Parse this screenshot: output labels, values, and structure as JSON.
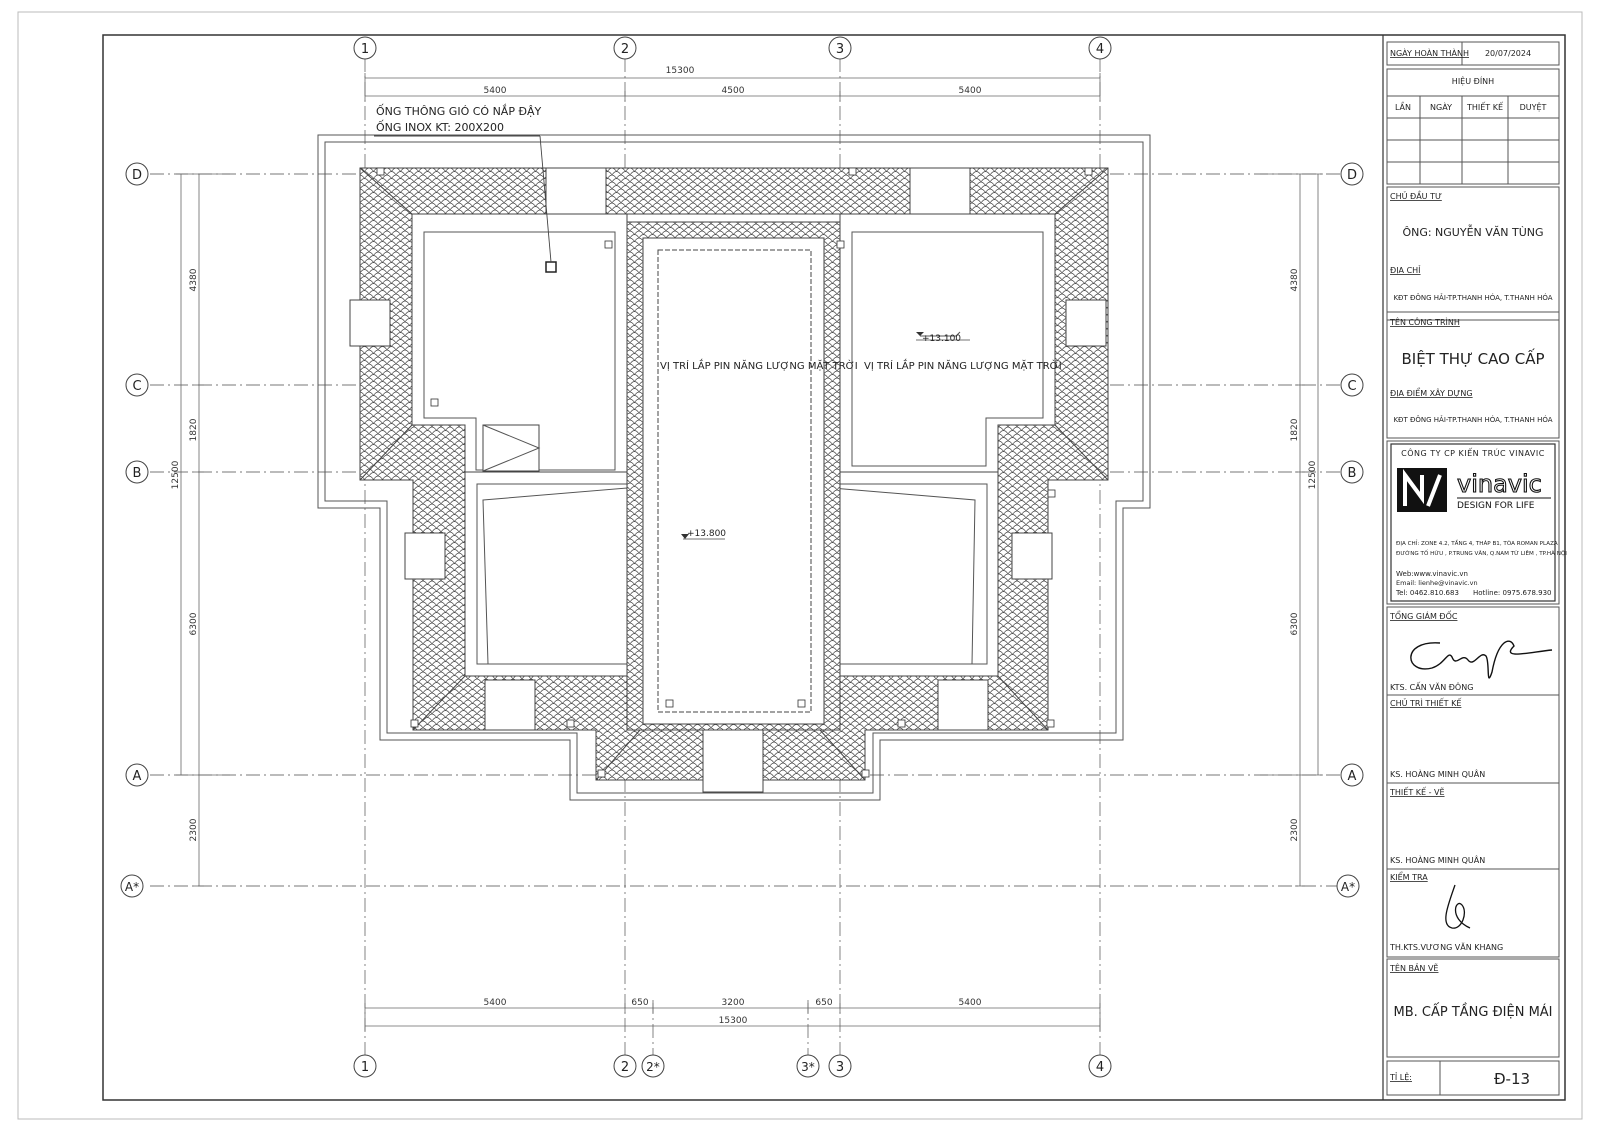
{
  "plan": {
    "axes_vertical": [
      "1",
      "2",
      "3",
      "4"
    ],
    "axes_vertical_bottom": [
      "1",
      "2",
      "2*",
      "3*",
      "3",
      "4"
    ],
    "axes_horizontal": [
      "D",
      "C",
      "B",
      "A",
      "A*"
    ],
    "dims_top": [
      "5400",
      "4500",
      "5400"
    ],
    "dim_top_total": "15300",
    "dims_bottom": [
      "5400",
      "650",
      "3200",
      "650",
      "5400"
    ],
    "dim_bottom_total": "15300",
    "dims_left": [
      "4380",
      "1820",
      "6300",
      "2300"
    ],
    "dim_left_total": "12500",
    "dims_right": [
      "4380",
      "1820",
      "6300",
      "2300"
    ],
    "dim_right_total": "12500",
    "note_line1": "ỐNG THÔNG GIÓ CÓ NẮP ĐẬY",
    "note_line2": "ỐNG INOX KT: 200X200",
    "solar_label_left": "VỊ TRÍ LẮP PIN NĂNG LƯỢNG MẶT TRỜI",
    "solar_label_right": "VỊ TRÍ LẮP PIN NĂNG LƯỢNG MẶT TRỜI",
    "level_right": "+13.100",
    "level_center": "+13.800"
  },
  "title_block": {
    "completion_label": "NGÀY HOÀN THÀNH",
    "completion_date": "20/07/2024",
    "revision_title": "HIỆU ĐÍNH",
    "revision_cols": [
      "LẦN",
      "NGÀY",
      "THIẾT KẾ",
      "DUYỆT"
    ],
    "owner_label": "CHỦ ĐẦU TƯ",
    "owner_name": "ÔNG: NGUYỄN VĂN TÙNG",
    "address_label": "ĐỊA CHỈ",
    "address_value": "KĐT ĐÔNG HẢI-TP.THANH HÓA, T.THANH HÓA",
    "project_label": "TÊN CÔNG TRÌNH",
    "project_name": "BIỆT THỰ CAO CẤP",
    "site_label": "ĐỊA ĐIỂM XÂY DỰNG",
    "site_value": "KĐT ĐÔNG HẢI-TP.THANH HÓA, T.THANH HÓA",
    "company_name": "CÔNG TY CP KIẾN TRÚC VINAVIC",
    "logo_text": "vinavic",
    "slogan": "DESIGN FOR LIFE",
    "company_addr1": "ĐỊA CHỈ: ZONE 4.2, TẦNG 4, THÁP B1, TÒA ROMAN PLAZA",
    "company_addr2": "ĐƯỜNG TỐ HỮU , P.TRUNG VĂN, Q.NAM TỪ LIÊM , TP.HÀ NỘI",
    "web": "Web:www.vinavic.vn",
    "email": "Email: lienhe@vinavic.vn",
    "tel": "Tel: 0462.810.683",
    "hotline": "Hotline: 0975.678.930",
    "director_label": "TỔNG GIÁM ĐỐC",
    "director_name": "KTS. CẤN VĂN ĐÔNG",
    "lead_label": "CHỦ TRÌ THIẾT KẾ",
    "lead_name": "KS. HOÀNG MINH QUÂN",
    "drafter_label": "THIẾT KẾ - VẼ",
    "drafter_name": "KS. HOÀNG MINH QUÂN",
    "checker_label": "KIỂM TRA",
    "checker_name": "TH.KTS.VƯƠNG VĂN KHANG",
    "drawing_label": "TÊN BẢN VẼ",
    "drawing_name": "MB. CẤP TẦNG ĐIỆN MÁI",
    "scale_label": "TỈ LỆ:",
    "sheet_no": "Đ-13"
  }
}
